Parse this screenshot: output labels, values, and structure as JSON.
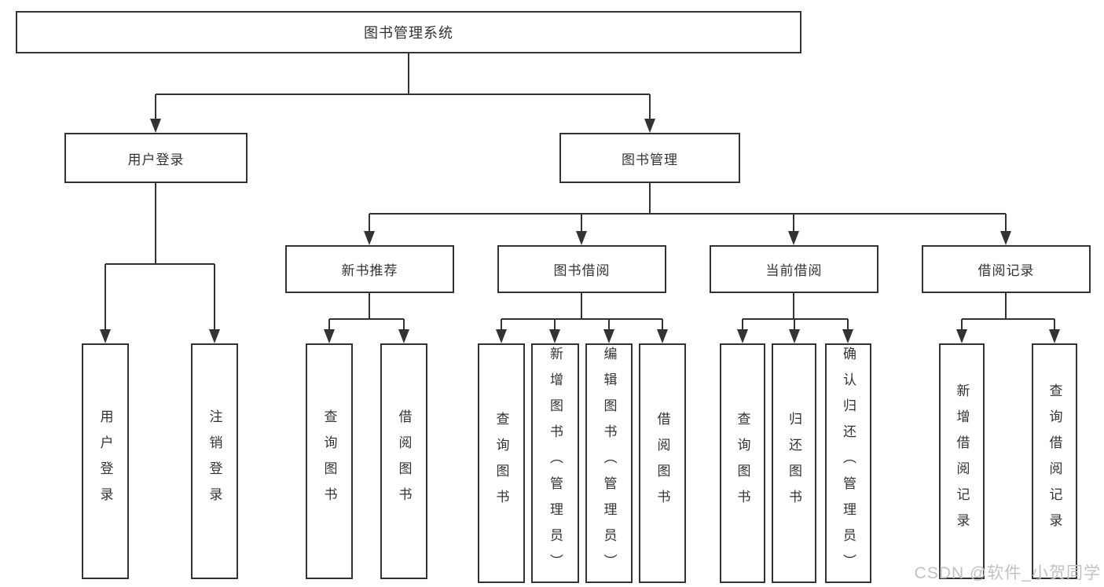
{
  "diagram_type": "hierarchy-tree",
  "tree": {
    "label": "图书管理系统",
    "children": [
      {
        "label": "用户登录",
        "children": [
          {
            "label": "用户登录"
          },
          {
            "label": "注销登录"
          }
        ]
      },
      {
        "label": "图书管理",
        "children": [
          {
            "label": "新书推荐",
            "children": [
              {
                "label": "查询图书"
              },
              {
                "label": "借阅图书"
              }
            ]
          },
          {
            "label": "图书借阅",
            "children": [
              {
                "label": "查询图书"
              },
              {
                "label": "新增图书（管理员）"
              },
              {
                "label": "编辑图书（管理员）"
              },
              {
                "label": "借阅图书"
              }
            ]
          },
          {
            "label": "当前借阅",
            "children": [
              {
                "label": "查询图书"
              },
              {
                "label": "归还图书"
              },
              {
                "label": "确认归还（管理员）"
              }
            ]
          },
          {
            "label": "借阅记录",
            "children": [
              {
                "label": "新增借阅记录"
              },
              {
                "label": "查询借阅记录"
              }
            ]
          }
        ]
      }
    ]
  },
  "watermark": "CSDN @软件_小贺同学",
  "colors": {
    "line": "#333333",
    "box_border": "#333333",
    "text": "#333333",
    "watermark": "#c2c2c2",
    "background": "#ffffff"
  }
}
